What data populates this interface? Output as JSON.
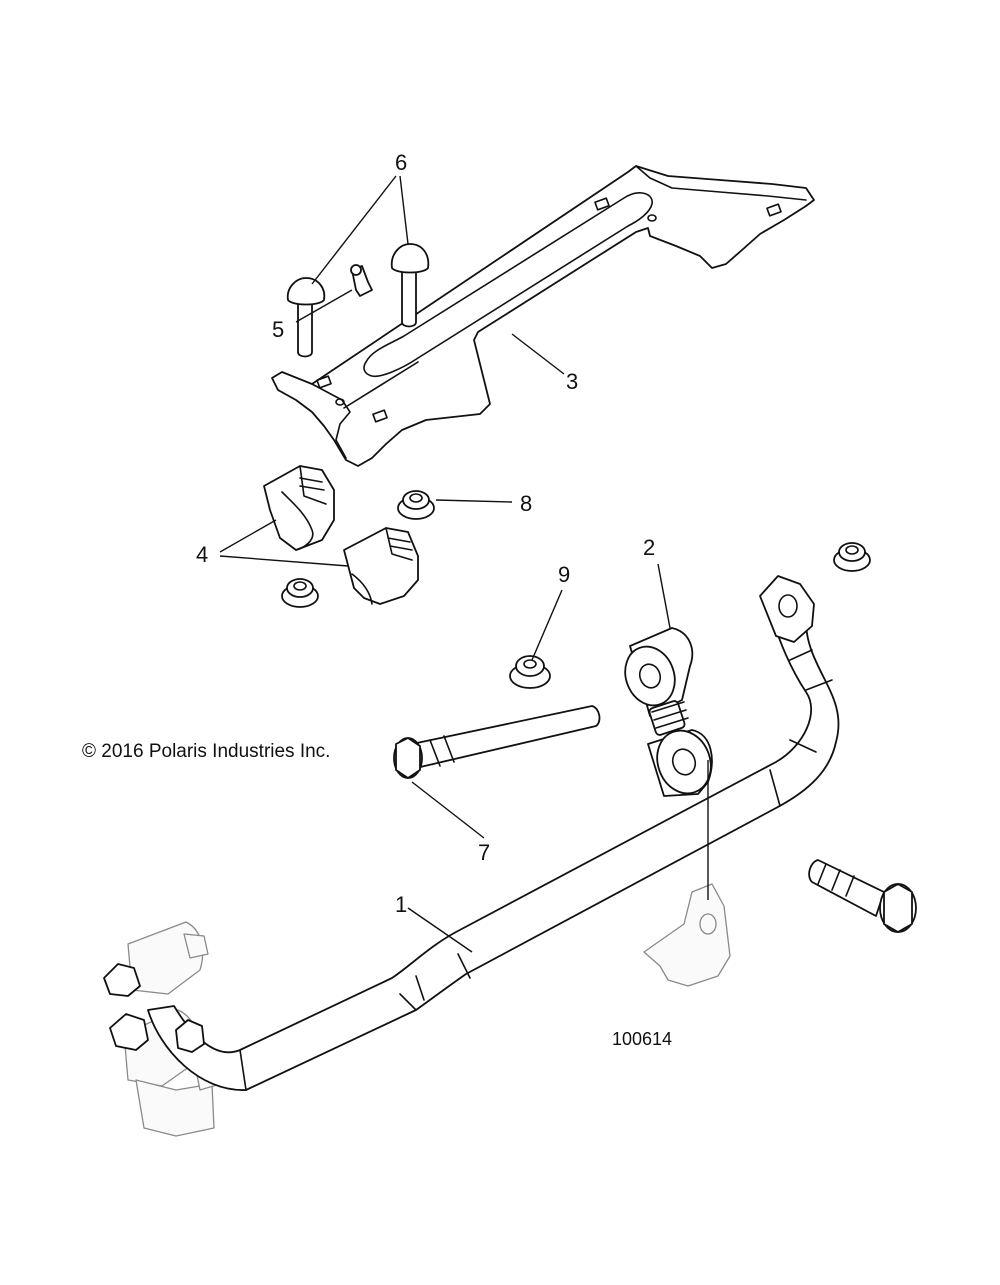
{
  "copyright": "© 2016 Polaris Industries Inc.",
  "drawing_number": "100614",
  "callouts": {
    "c1": "1",
    "c2": "2",
    "c3": "3",
    "c4": "4",
    "c5": "5",
    "c6": "6",
    "c7": "7",
    "c8": "8",
    "c9": "9"
  }
}
